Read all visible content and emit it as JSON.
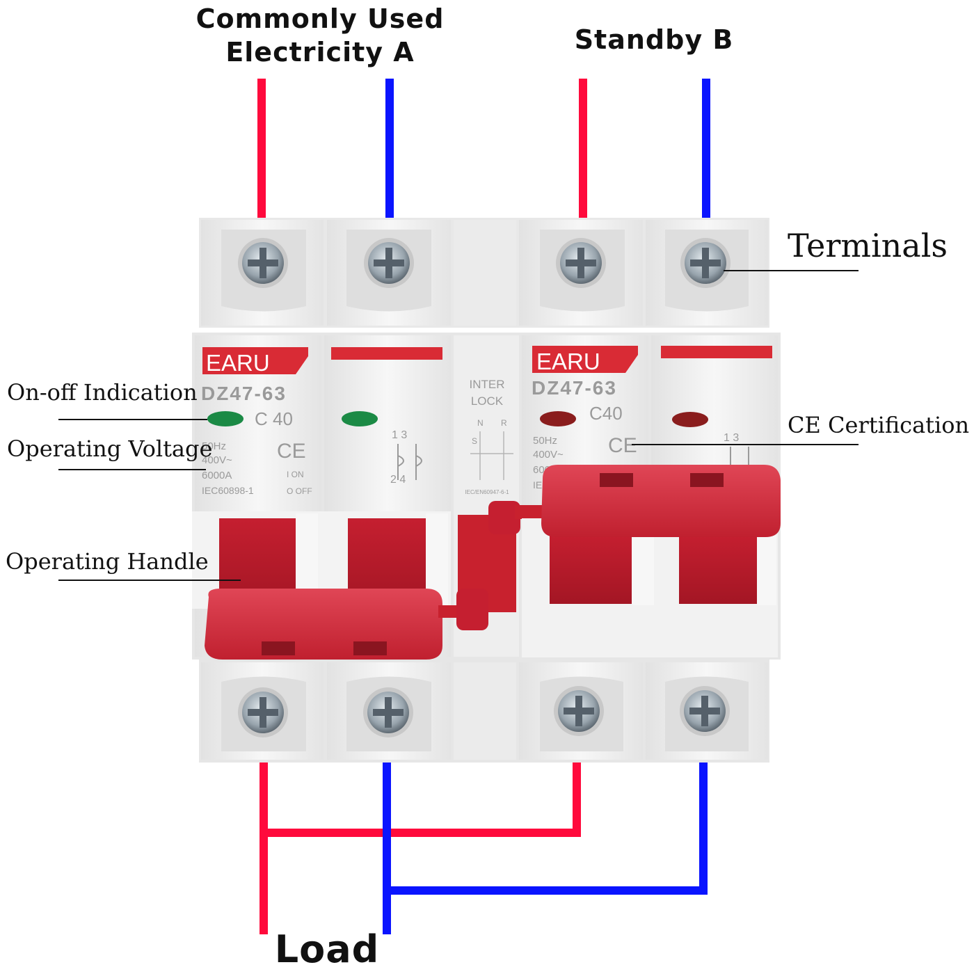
{
  "titles": {
    "source_a_line1": "Commonly Used",
    "source_a_line2": "Electricity A",
    "source_b": "Standby B",
    "load": "Load"
  },
  "callouts": {
    "terminals": "Terminals",
    "on_off_indication": "On-off Indication",
    "operating_voltage": "Operating Voltage",
    "operating_handle": "Operating Handle",
    "ce_certification": "CE Certification"
  },
  "breaker_a": {
    "brand": "EARU",
    "model": "DZ47-63",
    "rating": "C 40",
    "ce_mark": "CE",
    "spec_freq": "50Hz",
    "spec_voltage": "400V~",
    "spec_capacity": "6000A",
    "spec_standard": "IEC60898-1",
    "on_label": "I ON",
    "off_label": "O OFF",
    "pole_top": "1 3",
    "pole_bottom": "2 4"
  },
  "interlock": {
    "line1": "INTER",
    "line2": "LOCK",
    "n": "N",
    "r": "R",
    "s": "S",
    "standard": "IEC/EN60947-6-1"
  },
  "breaker_b": {
    "brand": "EARU",
    "model": "DZ47-63",
    "rating": "C40",
    "ce_mark": "CE",
    "spec_freq": "50Hz",
    "spec_voltage": "400V~",
    "spec_capacity": "6000",
    "spec_standard": "IE",
    "pole_top": "1 3"
  },
  "colors": {
    "live_wire": "#ff0a3c",
    "neutral_wire": "#0a14ff",
    "handle_red": "#d42c3c",
    "brand_red": "#d92b35",
    "indicator_green": "#1b8a45",
    "indicator_dark_red": "#8a1d1d",
    "housing": "#f1f1f1"
  }
}
